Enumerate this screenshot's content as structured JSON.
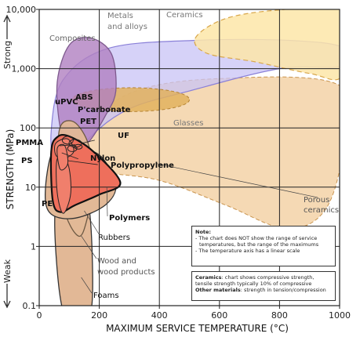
{
  "chart_data": {
    "type": "area",
    "xlabel_main": "MAXIMUM SERVICE TEMPERATURE (",
    "xlabel_unit": "°C)",
    "ylabel": "STRENGTH (MPa)",
    "y_strong": "Strong",
    "y_weak": "Weak",
    "xlim": [
      0,
      1000
    ],
    "ylim": [
      0.1,
      10000
    ],
    "y_scale": "log",
    "x_ticks": [
      0,
      200,
      400,
      600,
      800,
      1000
    ],
    "x_tick_labels": [
      "0",
      "200",
      "400",
      "600",
      "800",
      "1000"
    ],
    "y_ticks": [
      0.1,
      1,
      10,
      100,
      1000,
      10000
    ],
    "y_tick_labels": [
      "0.1",
      "1",
      "10",
      "100",
      "1,000",
      "10,000"
    ],
    "grid": true,
    "regions": [
      {
        "name": "Metals and alloys",
        "label_lines": [
          "Metals",
          "and alloys"
        ],
        "fill": "#c8c3f5",
        "stroke": "#8a80d8"
      },
      {
        "name": "Ceramics",
        "label_lines": [
          "Ceramics"
        ],
        "fill": "#fde6a8",
        "stroke": "#d8a64a"
      },
      {
        "name": "Porous ceramics",
        "label_lines": [
          "Porous",
          "ceramics"
        ],
        "fill": "#f3cfa1",
        "stroke": "#c9944e"
      },
      {
        "name": "Glasses",
        "label_lines": [
          "Glasses"
        ],
        "fill": "#e2b25e",
        "stroke": "#b58434"
      },
      {
        "name": "Composites",
        "label_lines": [
          "Composites"
        ],
        "fill": "#b07fc0",
        "stroke": "#7e5a8e"
      },
      {
        "name": "Polymers",
        "label_lines": [
          "Polymers"
        ],
        "fill": "#ee6f5c",
        "stroke": "#111111"
      },
      {
        "name": "Rubbers",
        "label_lines": [
          "Rubbers"
        ],
        "fill": "#e2b896",
        "stroke": "#333333"
      },
      {
        "name": "Wood and wood products",
        "label_lines": [
          "Wood and",
          "wood products"
        ],
        "fill": "#e2b896",
        "stroke": "#6e5a44"
      },
      {
        "name": "Foams",
        "label_lines": [
          "Foams"
        ],
        "fill": "#e2b896",
        "stroke": "#333333"
      }
    ],
    "material_labels": [
      "uPVC",
      "ABS",
      "P'carbonate",
      "PET",
      "PMMA",
      "PS",
      "UF",
      "Nylon",
      "Polypropylene",
      "PE"
    ],
    "notes": {
      "note_title": "Note:",
      "note_lines": [
        "- The chart does NOT show the range of service",
        "temperatures, but the range of the maximums",
        "- The temperature axis has a linear scale"
      ],
      "ceramics_title": "Ceramics",
      "ceramics_text": ": chart shows compressive strength,",
      "ceramics_text_2": "tensile strength typically 10% of compressive",
      "other_title": "Other materials",
      "other_text": ": strength in tension/compression"
    }
  }
}
